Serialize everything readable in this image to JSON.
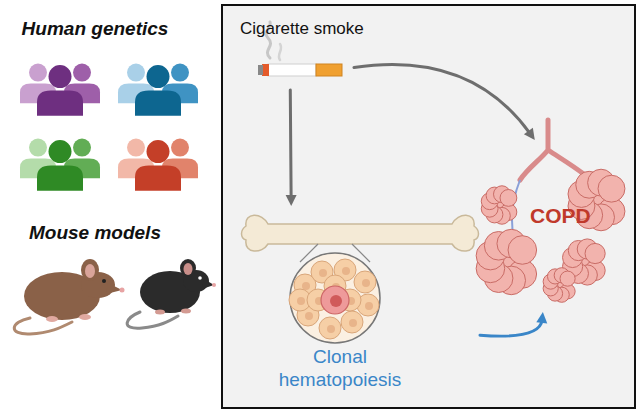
{
  "diagram": {
    "nodes": [
      {
        "text": [
          "Cigarette smoke"
        ]
      },
      {
        "text": [
          "Clonal hematopoiesis"
        ]
      },
      {
        "text": [
          "COPD"
        ]
      }
    ],
    "edges": [
      {
        "from": 0,
        "to": 1,
        "arrow": "to"
      },
      {
        "from": 0,
        "to": 2,
        "arrow": "to"
      },
      {
        "from": 1,
        "to": 2,
        "arrow": "to"
      }
    ],
    "labels": [
      "Human genetics",
      "Mouse models"
    ]
  }
}
